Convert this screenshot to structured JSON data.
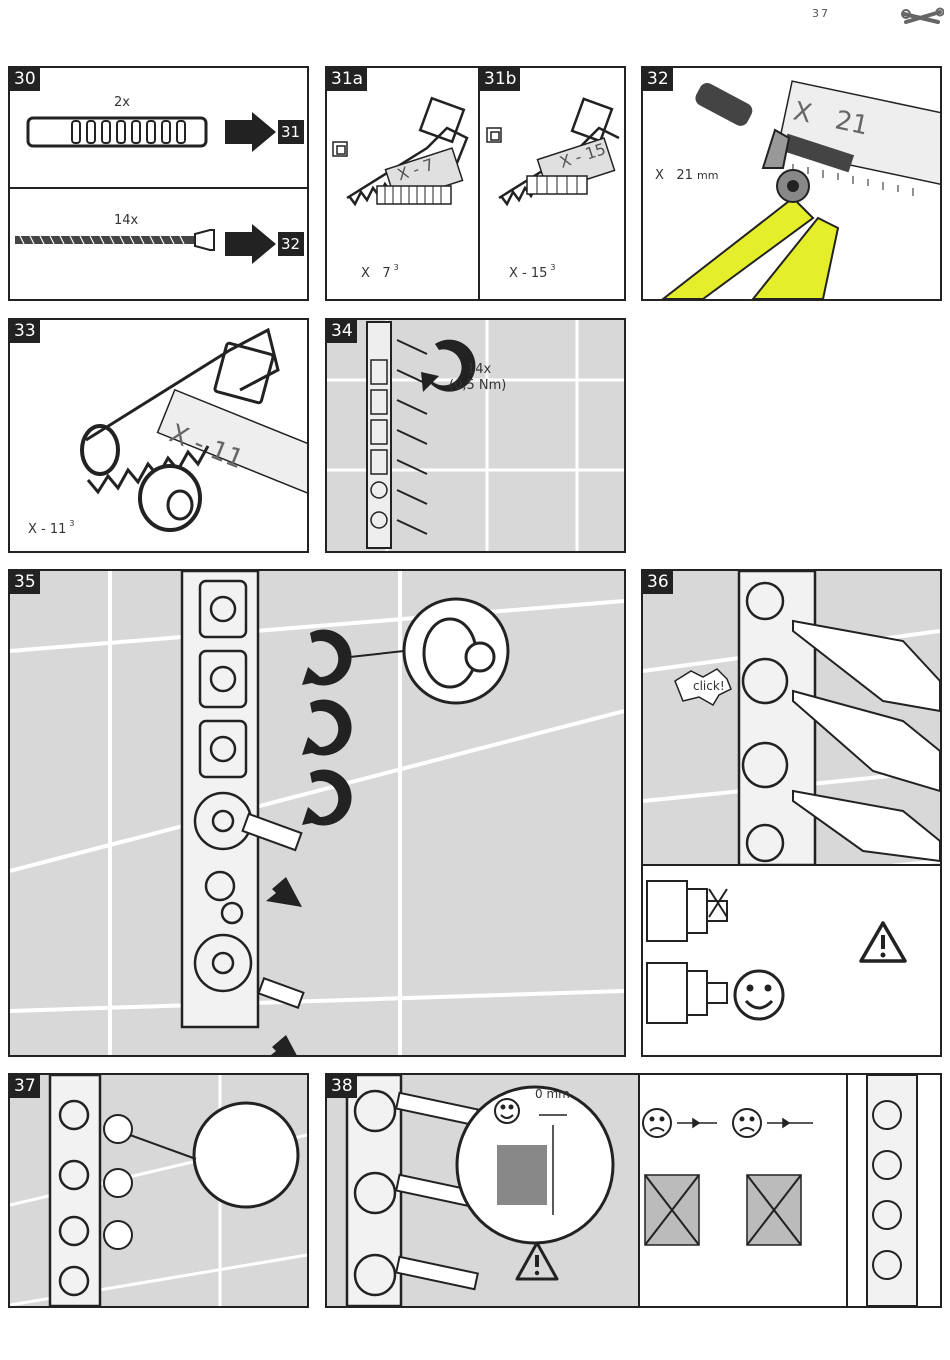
{
  "page_number": "37",
  "steps": {
    "s30": {
      "num": "30",
      "qty_top": "2x",
      "ref_top": "31",
      "qty_bottom": "14x",
      "ref_bottom": "32"
    },
    "s31a": {
      "num": "31a",
      "ruler": "X - 7",
      "sup": "3",
      "cut_x": "X",
      "cut_val": "7"
    },
    "s31b": {
      "num": "31b",
      "ruler": "X - 15",
      "sup": "3",
      "cut": "X - 15"
    },
    "s32": {
      "num": "32",
      "ruler_x": "X",
      "ruler_val": "21",
      "x": "X",
      "len": "21",
      "unit": "mm"
    },
    "s33": {
      "num": "33",
      "ruler": "X - 11",
      "sup": "3",
      "cut": "X - 11"
    },
    "s34": {
      "num": "34",
      "qty": "14x",
      "torque": "(0,5 Nm)"
    },
    "s35": {
      "num": "35"
    },
    "s36": {
      "num": "36",
      "click": "click!"
    },
    "s37": {
      "num": "37"
    },
    "s38": {
      "num": "38",
      "gap": "0 mm"
    }
  },
  "icons": [
    "wrench-icon",
    "arrow-right-icon",
    "saw-icon",
    "pliers-icon",
    "torque-arrow-icon",
    "warning-icon",
    "smiley-happy-icon",
    "smiley-sad-icon"
  ]
}
